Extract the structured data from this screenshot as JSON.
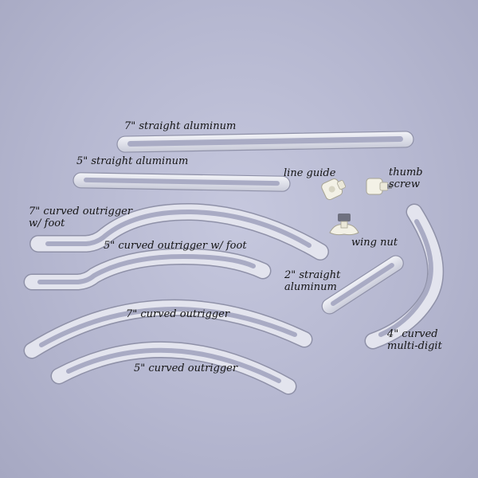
{
  "labels": {
    "straight7": "7\" straight aluminum",
    "straight5": "5\" straight aluminum",
    "line_guide": "line guide",
    "thumb_screw": "thumb\nscrew",
    "curved7_foot": "7\" curved outrigger\nw/ foot",
    "curved5_foot": "5\" curved outrigger w/ foot",
    "wing_nut": "wing nut",
    "straight2": "2\" straight\naluminum",
    "curved7": "7\" curved outrigger",
    "curved4_multi": "4\" curved\nmulti-digit",
    "curved5": "5\" curved outrigger"
  },
  "colors": {
    "background": "#b5b7d0",
    "metal": "#dfe0ea",
    "metal_edge": "#8f91a8",
    "slot": "#a9abc4",
    "plastic": "#f3f1e6"
  }
}
